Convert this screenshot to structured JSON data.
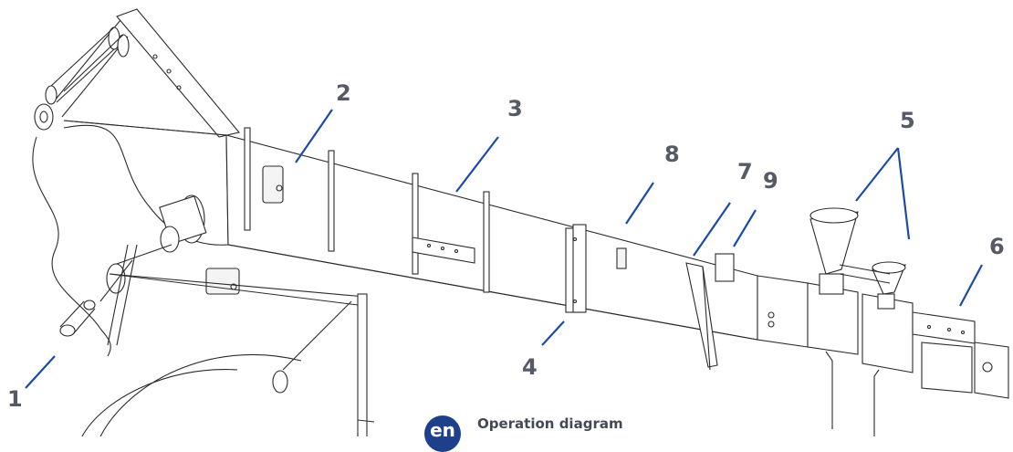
{
  "caption": {
    "badge": "en",
    "title": "Operation diagram"
  },
  "callouts": {
    "c1": "1",
    "c2": "2",
    "c3": "3",
    "c4": "4",
    "c5": "5",
    "c6": "6",
    "c7": "7",
    "c8": "8",
    "c9": "9"
  },
  "colors": {
    "leader": "#1b4aa8",
    "label": "#555a66",
    "badge": "#1e3f8c"
  }
}
